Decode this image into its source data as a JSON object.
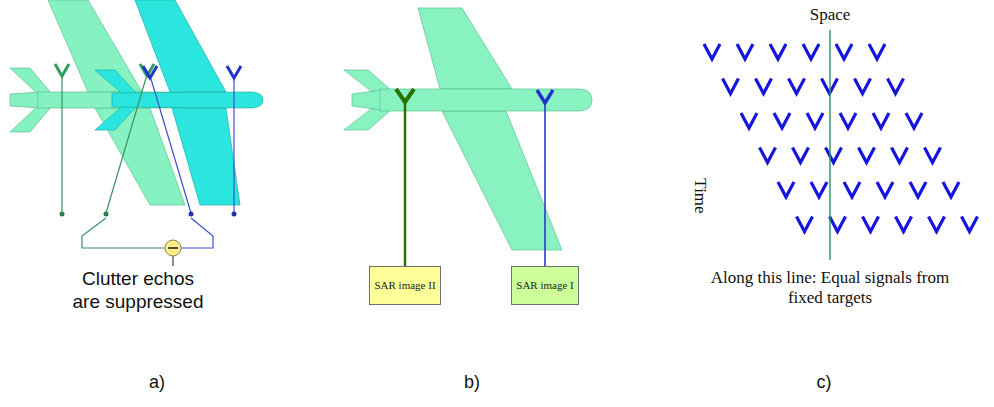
{
  "diagram": {
    "nodes": [
      {
        "text": [
          "SAR image II"
        ]
      },
      {
        "text": [
          "SAR image I"
        ]
      }
    ],
    "labels": [
      "Clutter echos are suppressed",
      "a)",
      "b)",
      "c)",
      "Space",
      "Time",
      "Along this line: Equal signals from fixed targets"
    ]
  }
}
